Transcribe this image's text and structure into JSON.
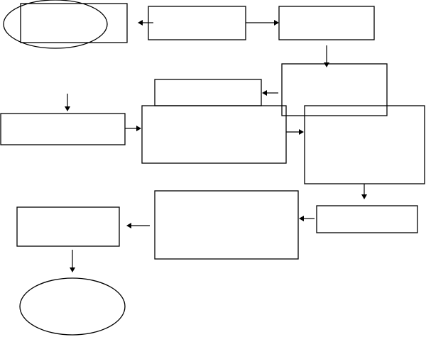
{
  "diagram": {
    "type": "flowchart",
    "stroke_color": "#000000",
    "background_color": "#ffffff",
    "nodes": [
      {
        "id": "start-oval",
        "shape": "ellipse",
        "label": ""
      },
      {
        "id": "box-1",
        "shape": "rect",
        "label": ""
      },
      {
        "id": "box-2",
        "shape": "rect",
        "label": ""
      },
      {
        "id": "box-3",
        "shape": "rect",
        "label": ""
      },
      {
        "id": "box-4",
        "shape": "rect",
        "label": ""
      },
      {
        "id": "box-5",
        "shape": "rect",
        "label": ""
      },
      {
        "id": "box-6",
        "shape": "rect",
        "label": ""
      },
      {
        "id": "box-7",
        "shape": "rect",
        "label": ""
      },
      {
        "id": "box-8",
        "shape": "rect",
        "label": ""
      },
      {
        "id": "box-9",
        "shape": "rect",
        "label": ""
      },
      {
        "id": "box-10",
        "shape": "rect",
        "label": ""
      },
      {
        "id": "box-11",
        "shape": "rect",
        "label": ""
      },
      {
        "id": "end-oval",
        "shape": "ellipse",
        "label": ""
      }
    ],
    "edges": [
      {
        "from": "box-1",
        "to": "start-oval",
        "direction": "left"
      },
      {
        "from": "box-2",
        "to": "box-3",
        "direction": "right"
      },
      {
        "from": "box-3",
        "to": "box-4",
        "direction": "down"
      },
      {
        "from": "box-4",
        "to": "box-5",
        "direction": "left"
      },
      {
        "from": "",
        "to": "box-6",
        "direction": "down"
      },
      {
        "from": "box-6",
        "to": "box-7",
        "direction": "right"
      },
      {
        "from": "box-7",
        "to": "box-8",
        "direction": "right"
      },
      {
        "from": "box-8",
        "to": "box-9",
        "direction": "down"
      },
      {
        "from": "box-9",
        "to": "box-10",
        "direction": "left"
      },
      {
        "from": "box-10",
        "to": "box-11",
        "direction": "left"
      },
      {
        "from": "box-11",
        "to": "end-oval",
        "direction": "down"
      }
    ]
  }
}
